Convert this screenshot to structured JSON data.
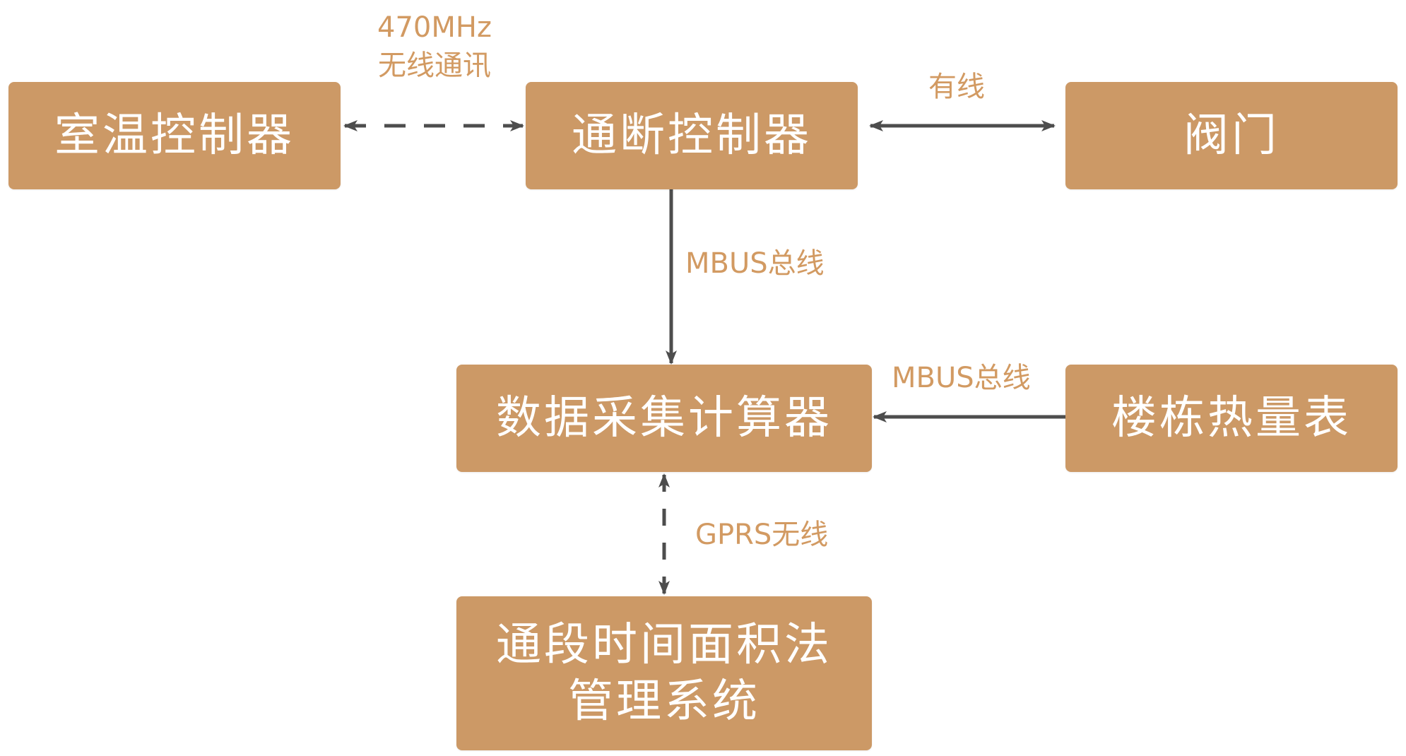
{
  "colors": {
    "node_fill": "#cc9966",
    "node_text": "#ffffff",
    "label_text": "#d29a62",
    "connector": "#4d4d4d"
  },
  "nodes": {
    "room_temp_controller": "室温控制器",
    "on_off_controller": "通断控制器",
    "valve": "阀门",
    "data_collector": "数据采集计算器",
    "building_heat_meter": "楼栋热量表",
    "management_system": {
      "line1": "通段时间面积法",
      "line2": "管理系统"
    }
  },
  "edges": {
    "room_to_onoff": {
      "line1": "470MHz",
      "line2": "无线通讯",
      "style": "dashed",
      "direction": "both"
    },
    "onoff_to_valve": {
      "label": "有线",
      "style": "solid",
      "direction": "both"
    },
    "onoff_to_collector": {
      "label": "MBUS总线",
      "style": "solid",
      "direction": "forward"
    },
    "meter_to_collector": {
      "label": "MBUS总线",
      "style": "solid",
      "direction": "forward"
    },
    "collector_to_system": {
      "label": "GPRS无线",
      "style": "dashed",
      "direction": "both"
    }
  }
}
